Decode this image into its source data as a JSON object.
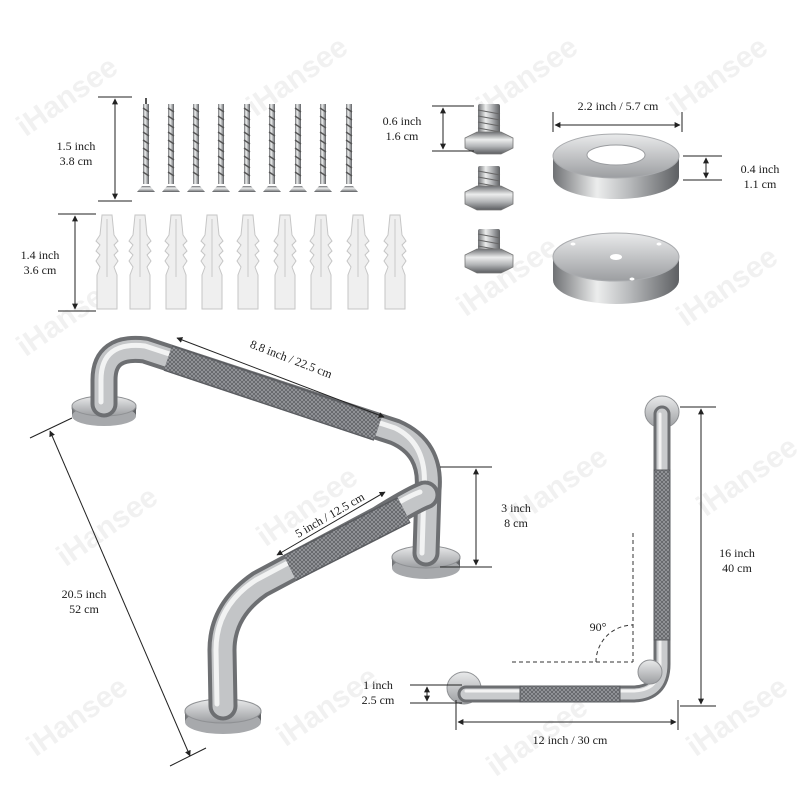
{
  "brand": {
    "watermark": "iHansee"
  },
  "colors": {
    "metal_dark": "#7d7f82",
    "metal_light": "#e6e7e8",
    "anchor": "#ececec",
    "line": "#222222"
  },
  "hardware": {
    "screws": {
      "count": 9,
      "length_in": "1.5 inch",
      "length_cm": "3.8 cm"
    },
    "anchors": {
      "count": 9,
      "length_in": "1.4 inch",
      "length_cm": "3.6 cm"
    },
    "bolts": {
      "count": 3,
      "length_in": "0.6 inch",
      "length_cm": "1.6 cm"
    },
    "flange": {
      "diameter_in": "2.2 inch / 5.7 cm",
      "thickness_in": "0.4 inch",
      "thickness_cm": "1.1 cm"
    }
  },
  "grab_bar_1": {
    "top_grip": "8.8 inch / 22.5 cm",
    "lower_grip": "5 inch / 12.5 cm",
    "projection_in": "3 inch",
    "projection_cm": "8 cm",
    "diagonal_in": "20.5 inch",
    "diagonal_cm": "52 cm"
  },
  "grab_bar_2": {
    "height_in": "16 inch",
    "height_cm": "40 cm",
    "width": "12 inch / 30 cm",
    "diameter_in": "1 inch",
    "diameter_cm": "2.5 cm",
    "angle": "90°"
  }
}
